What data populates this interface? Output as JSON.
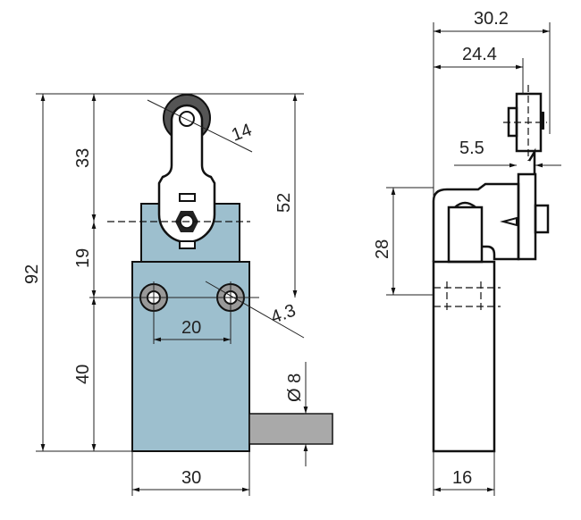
{
  "colors": {
    "body": "#9dbfce",
    "shaft": "#a9a9a9",
    "line": "#222222"
  },
  "front_view": {
    "dims": {
      "height_total": "92",
      "lever_height": "33",
      "mid": "19",
      "lower": "40",
      "to_hole": "52",
      "roller_diameter": "14",
      "hole_diameter": "4.3",
      "hole_spacing": "20",
      "width": "30",
      "shaft_diameter": "Ø 8"
    }
  },
  "side_view": {
    "dims": {
      "overall": "30.2",
      "to_roller": "24.4",
      "roller_offset": "5.5",
      "bracket_height": "28",
      "depth": "16"
    }
  }
}
